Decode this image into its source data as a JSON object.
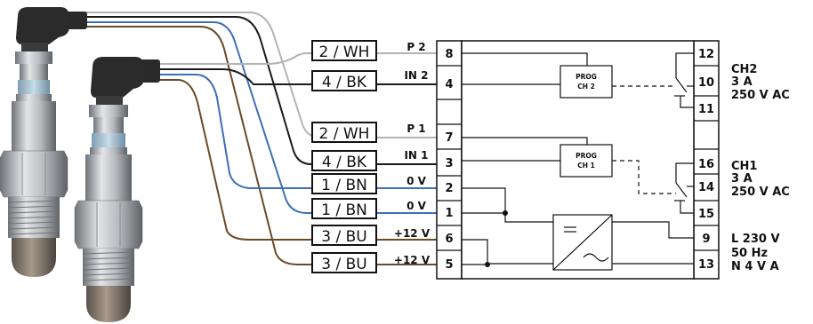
{
  "sensor_labels": [
    {
      "text": "2 / WH",
      "signal": "P 2",
      "terminal": "8"
    },
    {
      "text": "4 / BK",
      "signal": "IN 2",
      "terminal": "4"
    },
    {
      "text": "2 / WH",
      "signal": "P 1",
      "terminal": "7"
    },
    {
      "text": "4 / BK",
      "signal": "IN 1",
      "terminal": "3"
    },
    {
      "text": "1 / BN",
      "signal": "0 V",
      "terminal": "2"
    },
    {
      "text": "1 / BN",
      "signal": "0 V",
      "terminal": "1"
    },
    {
      "text": "3 / BU",
      "signal": "+12 V",
      "terminal": "6"
    },
    {
      "text": "3 / BU",
      "signal": "+12 V",
      "terminal": "5"
    }
  ],
  "left_terminals": [
    "8",
    "4",
    "7",
    "3",
    "2",
    "1",
    "6",
    "5"
  ],
  "right_terminals": [
    "12",
    "10",
    "11",
    "16",
    "14",
    "15",
    "9",
    "13"
  ],
  "prog_blocks": [
    {
      "line1": "PROG",
      "line2": "CH 2"
    },
    {
      "line1": "PROG",
      "line2": "CH 1"
    }
  ],
  "outputs": {
    "ch2": [
      "CH2",
      "3 A",
      "250 V AC"
    ],
    "ch1": [
      "CH1",
      "3 A",
      "250 V AC"
    ],
    "power": [
      "L 230 V",
      "50 Hz",
      "N 4 V A"
    ]
  },
  "colors": {
    "white_wire": "#b3b3b3",
    "black_wire": "#1a1a1a",
    "brown_wire": "#6b4a26",
    "blue_wire": "#3d6fb5",
    "sensor_metal": "#a9acb0",
    "sensor_cable": "#2a2a2a"
  },
  "icons": [
    "level-sensor-1",
    "level-sensor-2",
    "power-supply-converter",
    "relay-ch2",
    "relay-ch1"
  ]
}
